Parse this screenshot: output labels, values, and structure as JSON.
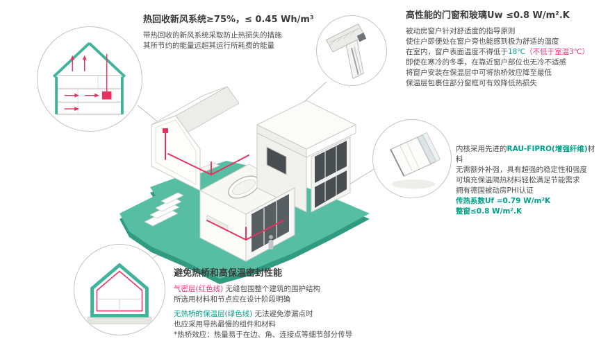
{
  "colors": {
    "accent_teal": "#00a18b",
    "accent_red": "#e5356b",
    "ground_teal": "#57bea3",
    "title_dark": "#3c3c3c",
    "body_gray": "#4d4d4d",
    "leader_gray": "#bdbdb9"
  },
  "heat_recovery": {
    "title": "热回收新风系统≥75%，≤ 0.45 Wh/m³",
    "desc_line1": "带热回收的新风系统采取防止热损失的措施",
    "desc_line2": "其所节约的能量远超其运行所耗费的能量"
  },
  "windows": {
    "title": "高性能的门窗和玻璃Uw ≤0.8 W/m².K",
    "line1": "被动房窗户针对舒适度的指导原则",
    "line2": "使住户即便处在窗户旁也能感到极为舒适的温度",
    "line3_pre": "在室内，窗户表面温度不得低于",
    "line3_temp": "18℃",
    "line3_paren": "（不低于室温3℃）",
    "line4": "即使在寒冷的冬季，在靠近窗户部位也无冷不适感",
    "line5": "将窗户安装在保温层中可将热桥效应降至最低",
    "line6": "保温层包裹住部分窗框可有效降低热损失"
  },
  "profile": {
    "line1_pre": "内核采用先进的",
    "line1_highlight": "RAU-FIPRO(增强纤维)",
    "line1_post": "材料",
    "line2": "无需额外补强，具有超强的稳定性和强度",
    "line3": "可填充保温隔热材料轻松满足节能需求",
    "line4": "拥有德国被动房PHI认证",
    "line5": "传热系数Uf =0.79 W/m²K",
    "line6": "整窗≤0.8 W/m².K"
  },
  "thermal": {
    "title": "避免热桥和高保温密封性能",
    "line1_label": "气密层(红色线)",
    "line1_text": " 无缝包围整个建筑的围护结构",
    "line2": "所选用材料和节点应在设计阶段明确",
    "line3_label": "无热桥的保温层(绿色线)",
    "line3_text": " 无法避免渗漏点时",
    "line4": "也应采用导热最慢的组件和材料",
    "footnote": "*热桥效应：热量易于在边、角、连接点等细节部分传导"
  },
  "illustrations": {
    "heat_recovery_circle": "house-section-with-ventilation-arrows-icon",
    "window_detail_circle": "window-installation-corner-detail-icon",
    "profile_circle": "window-frame-profile-3d-icon",
    "thermal_circle": "house-envelope-section-icon",
    "center": "isometric-passive-house-cutaway-illustration"
  }
}
